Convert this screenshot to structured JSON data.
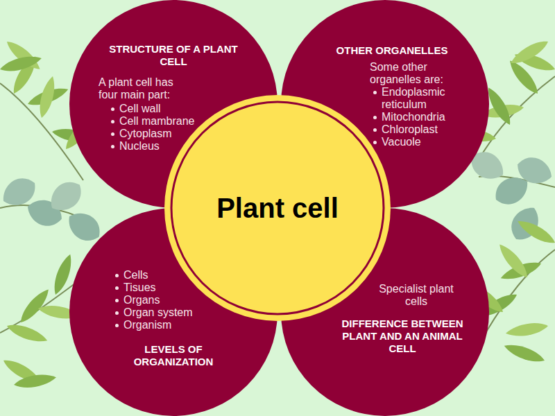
{
  "diagram": {
    "nodes": [
      {
        "text": [
          "STRUCTURE OF A PLANT CELL",
          "A plant cell has four main part:",
          "Cell wall",
          "Cell mambrane",
          "Cytoplasm",
          "Nucleus"
        ]
      },
      {
        "text": [
          "OTHER ORGANELLES",
          "Some other organelles are:",
          "Endoplasmic reticulum",
          "Mitochondria",
          "Chloroplast",
          "Vacuole"
        ]
      },
      {
        "text": [
          "Plant cell"
        ]
      },
      {
        "text": [
          "Cells",
          "Tisues",
          "Organs",
          "Organ system",
          "Organism",
          "LEVELS OF ORGANIZATION"
        ]
      },
      {
        "text": [
          "Specialist plant cells",
          "DIFFERENCE BETWEEN PLANT AND AN ANIMAL CELL"
        ]
      }
    ]
  }
}
